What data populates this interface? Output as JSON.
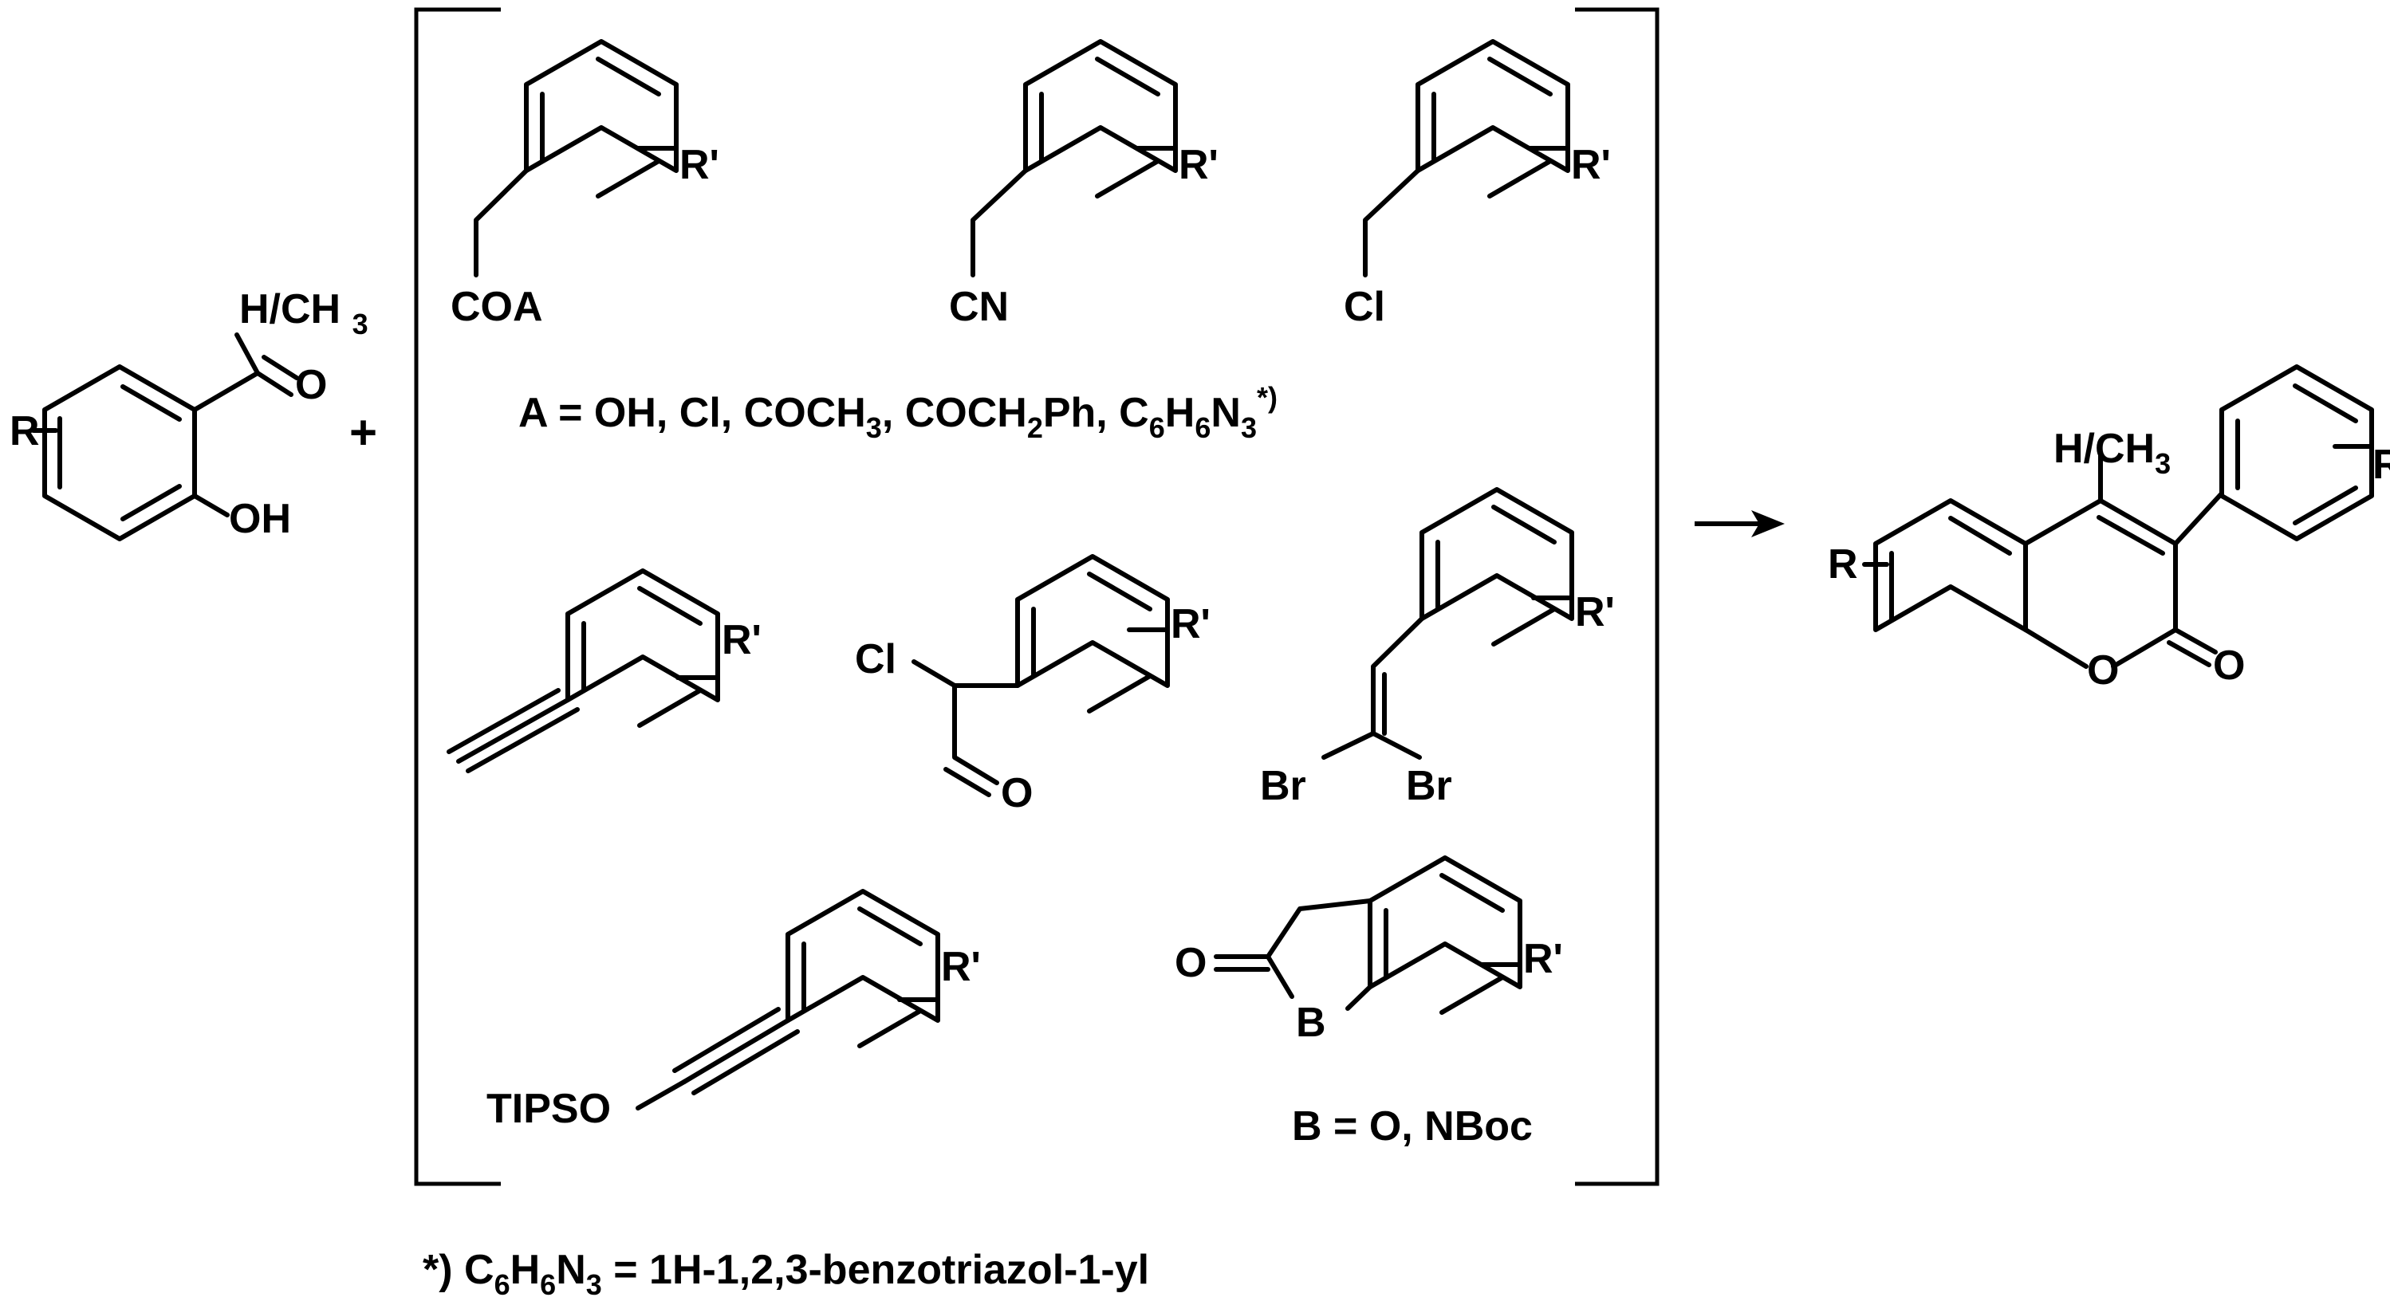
{
  "reactant": {
    "substituent": "R",
    "carbonyl_group": "H/CH3",
    "carbonyl_o": "O",
    "hydroxyl": "OH"
  },
  "plus_sign": "+",
  "reagents": {
    "ring_substituent": "R'",
    "phenylacetyl": {
      "group": "COA"
    },
    "benzyl_cyanide": {
      "group": "CN"
    },
    "benzyl_chloride": {
      "group": "Cl"
    },
    "a_definition": {
      "prefix": "A = OH, Cl, COCH",
      "s1": "3",
      "p2": ", COCH",
      "s2": "2",
      "p3": "Ph, C",
      "s3": "6",
      "p4": "H",
      "s4": "6",
      "p5": "N",
      "s5": "3",
      "sup": "*)"
    },
    "ethynylbenzene": {},
    "chloro_aldehyde": {
      "cl": "Cl",
      "o": "O"
    },
    "dibromovinyl": {
      "br1": "Br",
      "br2": "Br"
    },
    "tips_alkyne": {
      "group": "TIPSO"
    },
    "lactone": {
      "o": "O",
      "b": "B"
    },
    "b_definition": "B = O, NBoc"
  },
  "product": {
    "substituent_r": "R",
    "substituent_r2": "R'",
    "c4_group": "H/CH3",
    "ring_o": "O",
    "carbonyl_o": "O"
  },
  "footnote": {
    "prefix": "*) C",
    "s1": "6",
    "p2": "H",
    "s2": "6",
    "p3": "N",
    "s3": "3",
    "rest": " = 1H-1,2,3-benzotriazol-1-yl"
  }
}
